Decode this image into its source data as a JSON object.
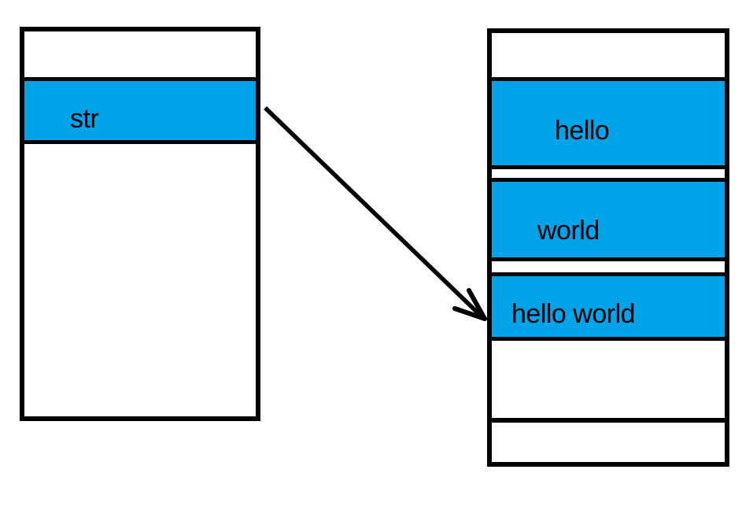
{
  "diagram": {
    "colors": {
      "highlight": "#00a2e8",
      "stroke": "#000000",
      "background": "#ffffff"
    },
    "stack_box": {
      "cells": [
        {
          "label": "",
          "highlighted": false
        },
        {
          "label": "str",
          "highlighted": true
        },
        {
          "label": "",
          "highlighted": false
        }
      ]
    },
    "heap_box": {
      "cells": [
        {
          "label": "",
          "highlighted": false
        },
        {
          "label": "hello",
          "highlighted": true
        },
        {
          "label": "world",
          "highlighted": true
        },
        {
          "label": "hello world",
          "highlighted": true
        },
        {
          "label": "",
          "highlighted": false
        },
        {
          "label": "",
          "highlighted": false
        }
      ]
    },
    "arrow": {
      "from": "str",
      "to": "hello world"
    }
  }
}
